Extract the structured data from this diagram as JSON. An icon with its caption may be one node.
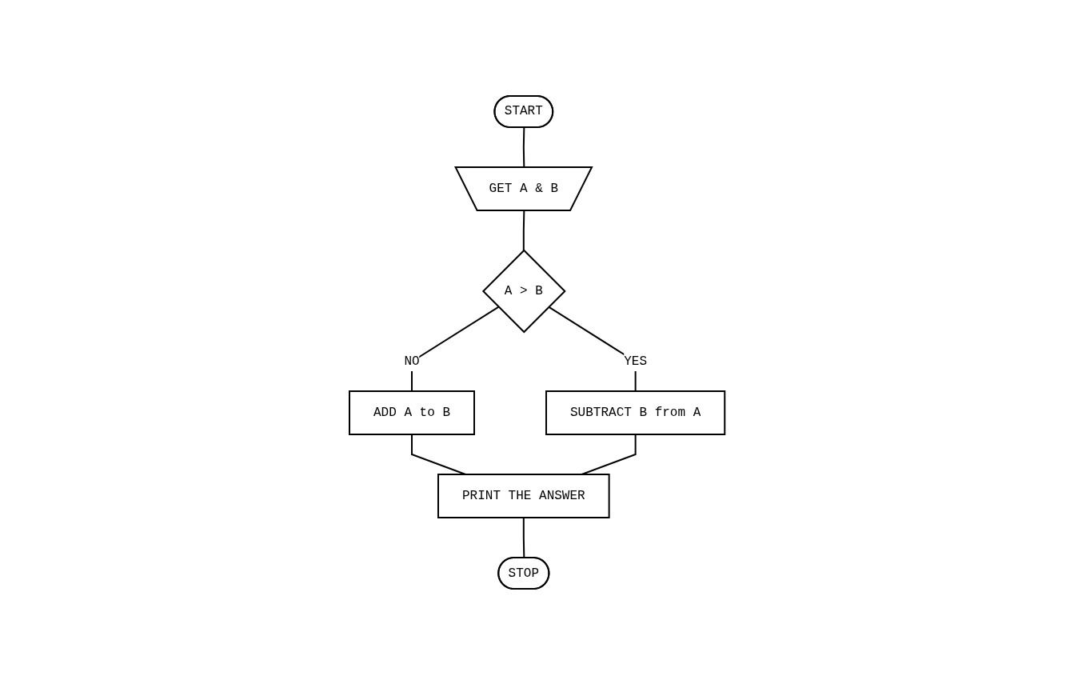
{
  "diagram": {
    "nodes": [
      {
        "text": [
          "START"
        ]
      },
      {
        "text": [
          "GET A & B"
        ]
      },
      {
        "text": [
          "A > B"
        ]
      },
      {
        "text": [
          "ADD A to B"
        ]
      },
      {
        "text": [
          "SUBTRACT B from A"
        ]
      },
      {
        "text": [
          "PRINT THE ANSWER"
        ]
      },
      {
        "text": [
          "STOP"
        ]
      }
    ],
    "edges": [
      {
        "from": 0,
        "to": 1,
        "arrow": "none"
      },
      {
        "from": 1,
        "to": 2,
        "arrow": "none"
      },
      {
        "from": 2,
        "to": 3,
        "arrow": "none",
        "label": "NO"
      },
      {
        "from": 2,
        "to": 4,
        "arrow": "none",
        "label": "YES"
      },
      {
        "from": 3,
        "to": 5,
        "arrow": "none"
      },
      {
        "from": 4,
        "to": 5,
        "arrow": "none"
      },
      {
        "from": 5,
        "to": 6,
        "arrow": "none"
      }
    ]
  }
}
